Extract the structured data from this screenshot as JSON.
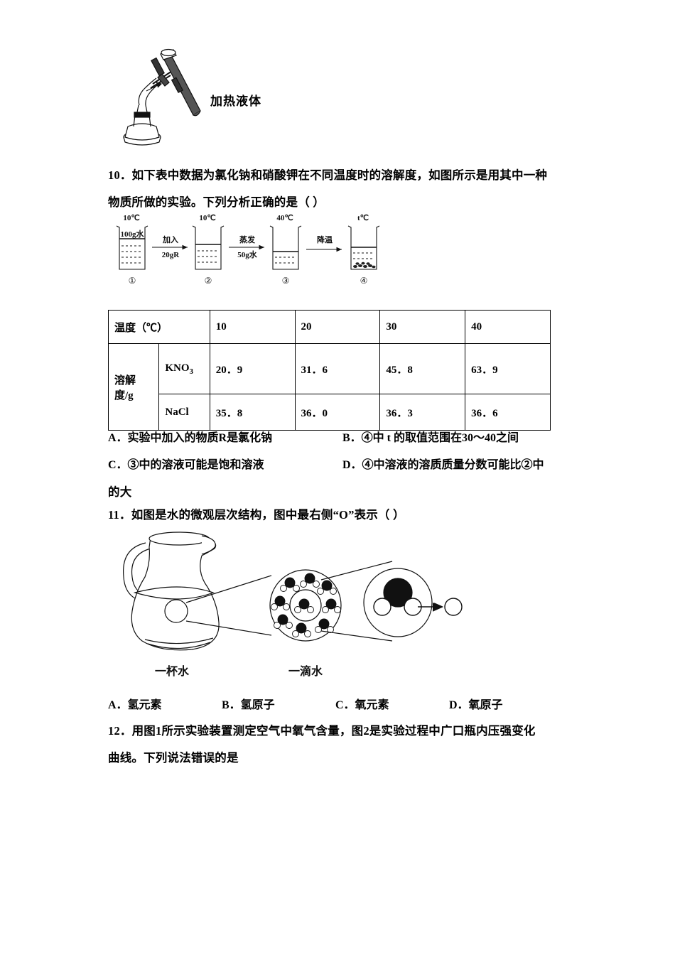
{
  "figure_heating": {
    "label": "加热液体",
    "icon": "alcohol-lamp-test-tube"
  },
  "question10": {
    "line1": "10．如下表中数据为氯化钠和硝酸钾在不同温度时的溶解度，如图所示是用其中一种",
    "line2": "物质所做的实验。下列分析正确的是（       ）",
    "beaker_diagram": {
      "steps": [
        {
          "temp": "10℃",
          "inner_label": "100g水",
          "number": "①",
          "has_precipitate": false,
          "has_liquid": true
        },
        {
          "temp": "10℃",
          "inner_label": "",
          "number": "②",
          "has_precipitate": false,
          "has_liquid": true
        },
        {
          "temp": "40℃",
          "inner_label": "",
          "number": "③",
          "has_precipitate": false,
          "has_liquid": true
        },
        {
          "temp": "t℃",
          "inner_label": "",
          "number": "④",
          "has_precipitate": true,
          "has_liquid": true
        }
      ],
      "arrows": [
        {
          "top": "加入",
          "bottom": "20gR"
        },
        {
          "top": "蒸发",
          "bottom": "50g水"
        },
        {
          "top": "降温",
          "bottom": ""
        }
      ]
    },
    "table": {
      "header_label": "温度（℃）",
      "row_group_label": "溶解度/g",
      "temperatures": [
        "10",
        "20",
        "30",
        "40"
      ],
      "rows": [
        {
          "name": "KNO",
          "name_sub": "3",
          "values": [
            "20．9",
            "31．6",
            "45．8",
            "63．9"
          ]
        },
        {
          "name": "NaCl",
          "name_sub": "",
          "values": [
            "35．8",
            "36．0",
            "36．3",
            "36．6"
          ]
        }
      ]
    },
    "options": {
      "a": "A．实验中加入的物质R是氯化钠",
      "b": "B．④中 t 的取值范围在30～40之间",
      "c": "C．③中的溶液可能是饱和溶液",
      "d": "D．④中溶液的溶质质量分数可能比②中",
      "d_cont": "的大"
    }
  },
  "question11": {
    "line1": "11．如图是水的微观层次结构，图中最右侧“O”表示（   ）",
    "figure": {
      "caption_left": "一杯水",
      "caption_middle": "一滴水"
    },
    "options": {
      "a": "A．氢元素",
      "b": "B．氢原子",
      "c": "C．氧元素",
      "d": "D．氧原子"
    }
  },
  "question12": {
    "line1": "12．用图1所示实验装置测定空气中氧气含量，图2是实验过程中广口瓶内压强变化",
    "line2": "曲线。下列说法错误的是"
  }
}
